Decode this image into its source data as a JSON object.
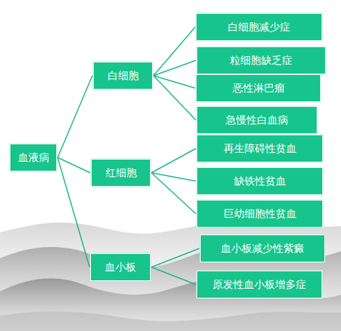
{
  "diagram": {
    "nodes": [
      {
        "text": [
          "血液病"
        ]
      },
      {
        "text": [
          "白细胞"
        ]
      },
      {
        "text": [
          "白细胞减少症"
        ]
      },
      {
        "text": [
          "粒细胞缺乏症"
        ]
      },
      {
        "text": [
          "恶性淋巴瘤"
        ]
      },
      {
        "text": [
          "急慢性白血病"
        ]
      },
      {
        "text": [
          "红细胞"
        ]
      },
      {
        "text": [
          "再生障碍性贫血"
        ]
      },
      {
        "text": [
          "缺铁性贫血"
        ]
      },
      {
        "text": [
          "巨幼细胞性贫血"
        ]
      },
      {
        "text": [
          "血小板"
        ]
      },
      {
        "text": [
          "血小板减少性紫癜"
        ]
      },
      {
        "text": [
          "原发性血小板增多症"
        ]
      }
    ],
    "edges": [
      {
        "from": 0,
        "to": 1,
        "arrow": "none"
      },
      {
        "from": 0,
        "to": 6,
        "arrow": "none"
      },
      {
        "from": 0,
        "to": 10,
        "arrow": "none"
      },
      {
        "from": 1,
        "to": 2,
        "arrow": "none"
      },
      {
        "from": 1,
        "to": 3,
        "arrow": "none"
      },
      {
        "from": 1,
        "to": 4,
        "arrow": "none"
      },
      {
        "from": 1,
        "to": 5,
        "arrow": "none"
      },
      {
        "from": 6,
        "to": 7,
        "arrow": "none"
      },
      {
        "from": 6,
        "to": 8,
        "arrow": "none"
      },
      {
        "from": 6,
        "to": 9,
        "arrow": "none"
      },
      {
        "from": 10,
        "to": 11,
        "arrow": "none"
      },
      {
        "from": 10,
        "to": 12,
        "arrow": "none"
      }
    ]
  }
}
